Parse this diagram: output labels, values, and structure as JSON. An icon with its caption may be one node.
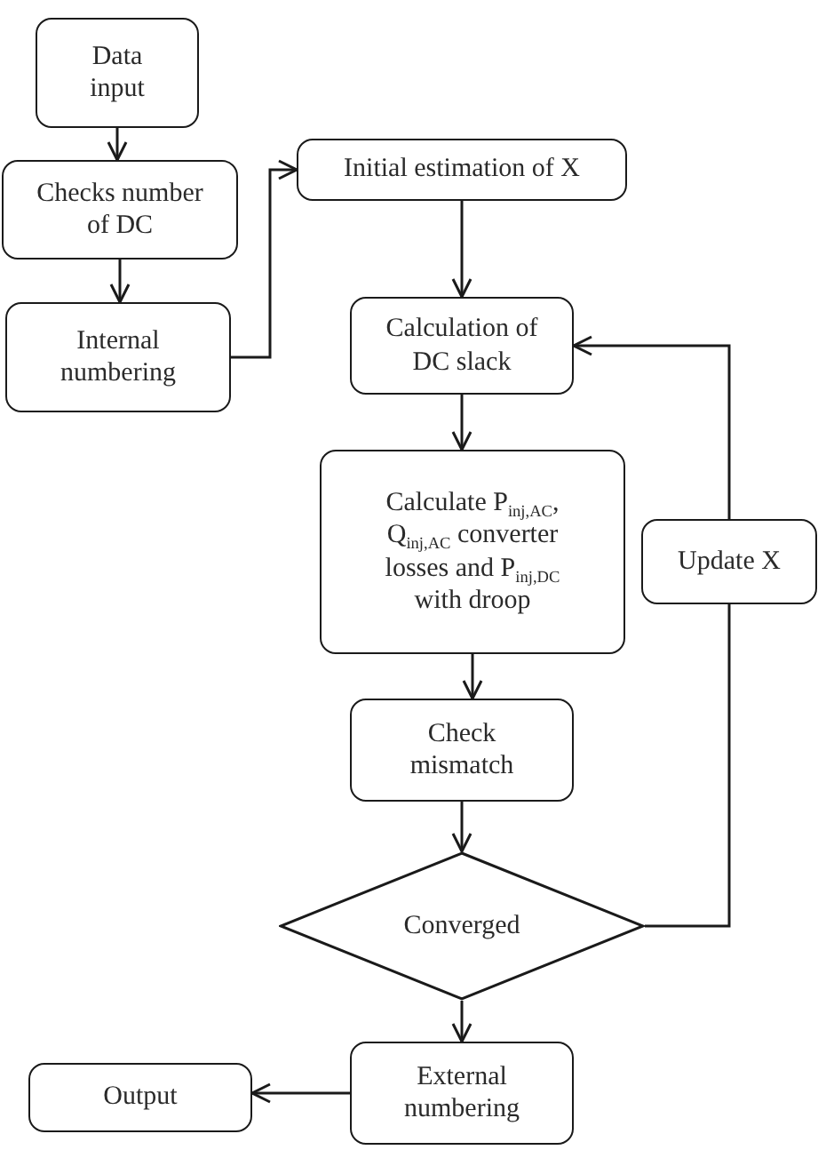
{
  "diagram": {
    "nodes": [
      {
        "text": [
          "Data input"
        ]
      },
      {
        "text": [
          "Checks number of DC"
        ]
      },
      {
        "text": [
          "Internal numbering"
        ]
      },
      {
        "text": [
          "Initial estimation of X"
        ]
      },
      {
        "text": [
          "Calculation of DC slack"
        ]
      },
      {
        "text": [
          "Calculate P$_{inj,AC}$, Q$_{inj,AC}$ converter losses and P$_{inj,DC}$ with droop"
        ]
      },
      {
        "text": [
          "Update X"
        ]
      },
      {
        "text": [
          "Check mismatch"
        ]
      },
      {
        "text": [
          "Converged"
        ]
      },
      {
        "text": [
          "External numbering"
        ]
      },
      {
        "text": [
          "Output"
        ]
      }
    ],
    "edges": [
      {
        "from": 0,
        "to": 1,
        "arrow": "to"
      },
      {
        "from": 1,
        "to": 2,
        "arrow": "to"
      },
      {
        "from": 2,
        "to": 3,
        "arrow": "to"
      },
      {
        "from": 3,
        "to": 4,
        "arrow": "to"
      },
      {
        "from": 4,
        "to": 5,
        "arrow": "to"
      },
      {
        "from": 5,
        "to": 7,
        "arrow": "to"
      },
      {
        "from": 7,
        "to": 8,
        "arrow": "to"
      },
      {
        "from": 8,
        "to": 6,
        "arrow": "none"
      },
      {
        "from": 6,
        "to": 4,
        "arrow": "to"
      },
      {
        "from": 8,
        "to": 9,
        "arrow": "to"
      },
      {
        "from": 9,
        "to": 10,
        "arrow": "to"
      }
    ]
  }
}
